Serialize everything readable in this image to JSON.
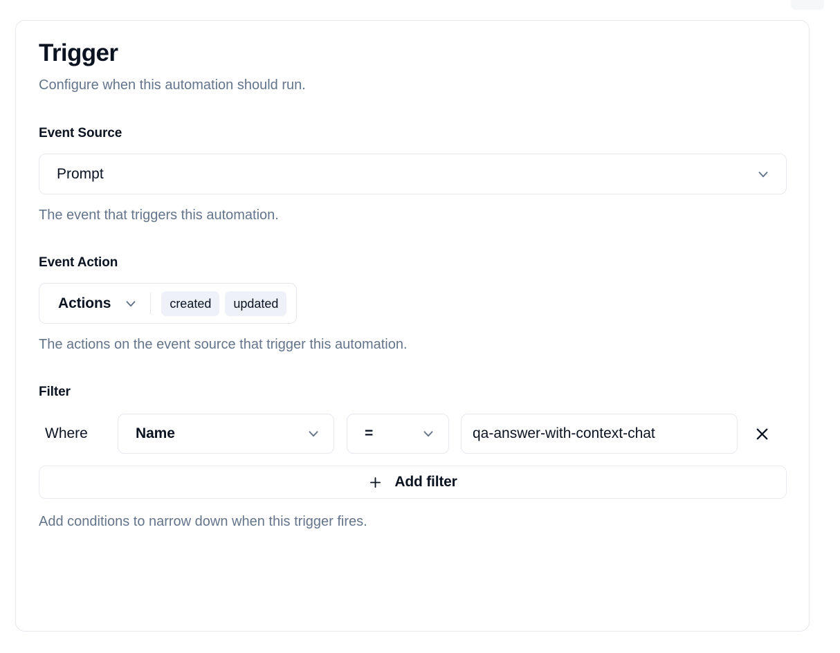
{
  "card": {
    "title": "Trigger",
    "subtitle": "Configure when this automation should run."
  },
  "event_source": {
    "label": "Event Source",
    "selected": "Prompt",
    "help": "The event that triggers this automation.",
    "chevron_icon": "chevron-down-icon"
  },
  "event_action": {
    "label": "Event Action",
    "dropdown_label": "Actions",
    "chevron_icon": "chevron-down-icon",
    "badges": [
      "created",
      "updated"
    ],
    "help": "The actions on the event source that trigger this automation."
  },
  "filter": {
    "label": "Filter",
    "where_label": "Where",
    "field": "Name",
    "operator": "=",
    "value": "qa-answer-with-context-chat",
    "remove_icon": "close-icon",
    "add_filter_label": "Add filter",
    "add_filter_icon": "plus-icon",
    "help": "Add conditions to narrow down when this trigger fires."
  },
  "colors": {
    "text_primary": "#0b1220",
    "text_muted": "#64748b",
    "border": "#e6e8ee",
    "badge_bg": "#eef1f7",
    "chevron": "#64748b",
    "surface": "#ffffff"
  }
}
